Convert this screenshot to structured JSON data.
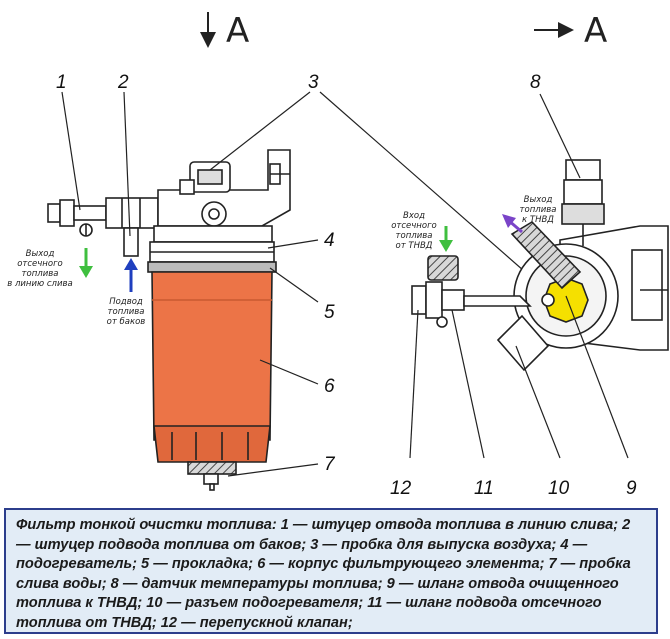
{
  "views": {
    "left": "A",
    "right": "A"
  },
  "callouts": {
    "n1": "1",
    "n2": "2",
    "n3": "3",
    "n4": "4",
    "n5": "5",
    "n6": "6",
    "n7": "7",
    "n8": "8",
    "n9": "9",
    "n10": "10",
    "n11": "11",
    "n12": "12"
  },
  "notes": {
    "outlet_left": [
      "Выход",
      "отсечного",
      "топлива",
      "в линию слива"
    ],
    "inlet": [
      "Подвод",
      "топлива",
      "от баков"
    ],
    "inlet_right": [
      "Вход",
      "отсечного",
      "топлива",
      "от ТНВД"
    ],
    "outlet_right": [
      "Выход",
      "топлива",
      "к ТНВД"
    ]
  },
  "caption": "Фильтр тонкой очистки топлива: 1 — штуцер отвода топлива в линию слива; 2 — штуцер подвода топлива от баков; 3 — пробка для выпуска воздуха; 4 — подогреватель; 5 — прокладка; 6 — корпус фильтрующего элемента; 7 — пробка слива воды; 8 — датчик температуры топлива; 9 — шланг отвода очищенного топлива к ТНВД; 10 — разъем подогревателя; 11 — шланг подвода отсечного топлива от ТНВД; 12 — перепускной клапан;",
  "colors": {
    "filter_body": "#ec7447",
    "caption_bg": "#e2ecf6",
    "caption_border": "#2c3e8c",
    "arrow_green": "#3fbf3f",
    "arrow_blue": "#1f3fbf",
    "arrow_purple": "#7a44c8",
    "valve_yellow": "#f5e000"
  }
}
